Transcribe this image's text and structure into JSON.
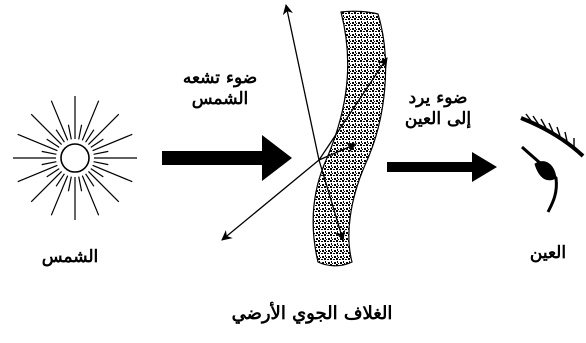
{
  "labels": {
    "incoming_light_line1": "ضوء تشعه",
    "incoming_light_line2": "الشمس",
    "light_to_eye_line1": "ضوء يرد",
    "light_to_eye_line2": "إلى العين",
    "sun": "الشمس",
    "eye": "العين",
    "atmosphere": "الغلاف الجوي الأرضي"
  },
  "icons": {
    "sun": "sun-icon",
    "eye": "eye-icon"
  },
  "colors": {
    "ink": "#000000",
    "atmosphere_fill": "#5a5a5a"
  }
}
